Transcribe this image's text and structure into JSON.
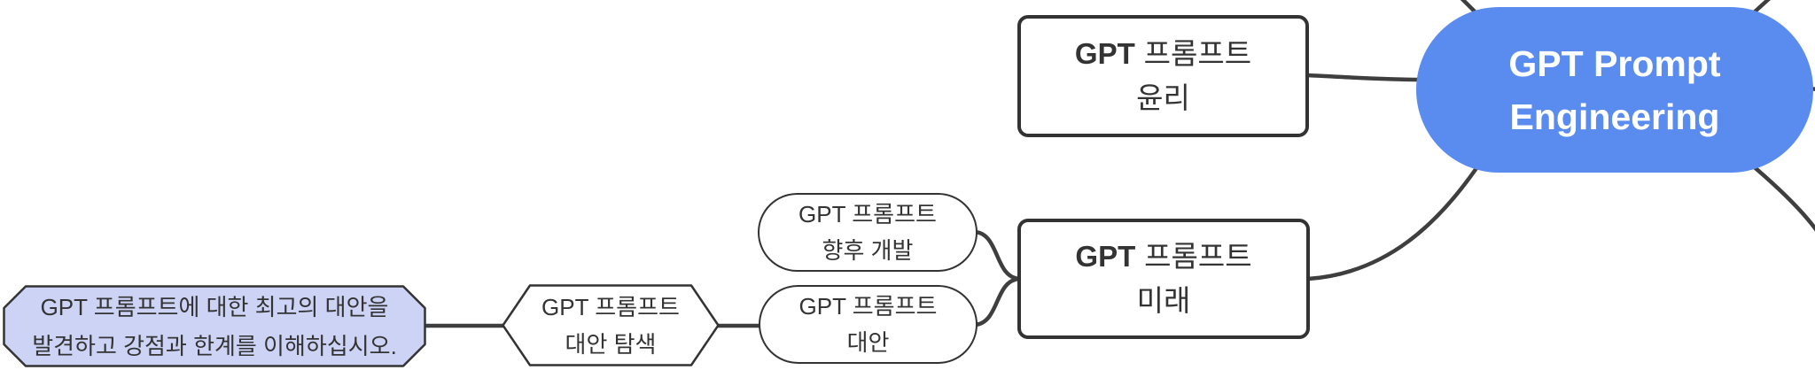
{
  "colors": {
    "ink": "#333333",
    "edge": "#3e3e3e",
    "blue": "#5a8cf0",
    "lavender": "#cdd3f5",
    "white": "#ffffff"
  },
  "nodes": {
    "root": {
      "line1": "GPT Prompt",
      "line2": "Engineering"
    },
    "ethics": {
      "line1_bold": "GPT",
      "line1_rest": "프롬프트",
      "line2": "윤리"
    },
    "future": {
      "line1_bold": "GPT",
      "line1_rest": "프롬프트",
      "line2": "미래"
    },
    "future_dev": {
      "line1": "GPT 프롬프트",
      "line2": "향후 개발"
    },
    "alternatives": {
      "line1": "GPT 프롬프트",
      "line2": "대안"
    },
    "explore_alternatives": {
      "line1": "GPT 프롬프트",
      "line2": "대안 탐색"
    },
    "alternatives_note": {
      "line1": "GPT 프롬프트에 대한 최고의 대안을",
      "line2": "발견하고 강점과 한계를 이해하십시오."
    }
  }
}
